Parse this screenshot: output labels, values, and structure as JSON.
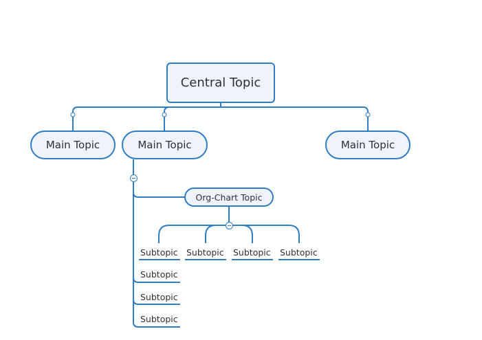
{
  "diagram": {
    "central_topic": "Central Topic",
    "main_topics": [
      "Main Topic",
      "Main Topic",
      "Main Topic"
    ],
    "org_chart_topic": "Org-Chart Topic",
    "org_subtopics": [
      "Subtopic",
      "Subtopic",
      "Subtopic",
      "Subtopic"
    ],
    "list_subtopics": [
      "Subtopic",
      "Subtopic",
      "Subtopic"
    ]
  },
  "colors": {
    "line": "#2f7cc2",
    "node_fill": "#eef4fa",
    "text": "#2b3138"
  }
}
